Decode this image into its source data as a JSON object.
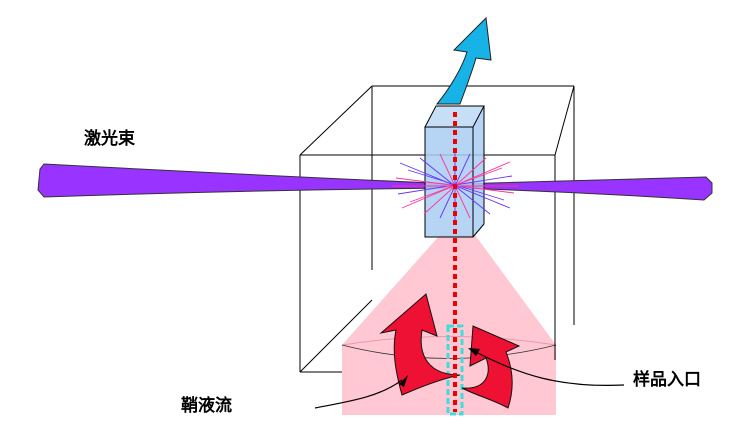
{
  "labels": {
    "laser_beam": "激光束",
    "sheath_flow": "鞘液流",
    "sample_inlet": "样品入口"
  },
  "colors": {
    "laser": "#9933ff",
    "sample_stream": "#ee0000",
    "sheath_arrows": "#ee1133",
    "flow_cell": "#a9cdf2",
    "exit_arrow": "#17b2e6",
    "nozzle_cone": "#ffc8d2",
    "sample_tube": "#3fdcdc",
    "scatter_rays": [
      "#6633ff",
      "#ff3399"
    ]
  },
  "icons": {
    "exit": "up-arrow-icon",
    "sheath": "curved-arrow-icon"
  }
}
